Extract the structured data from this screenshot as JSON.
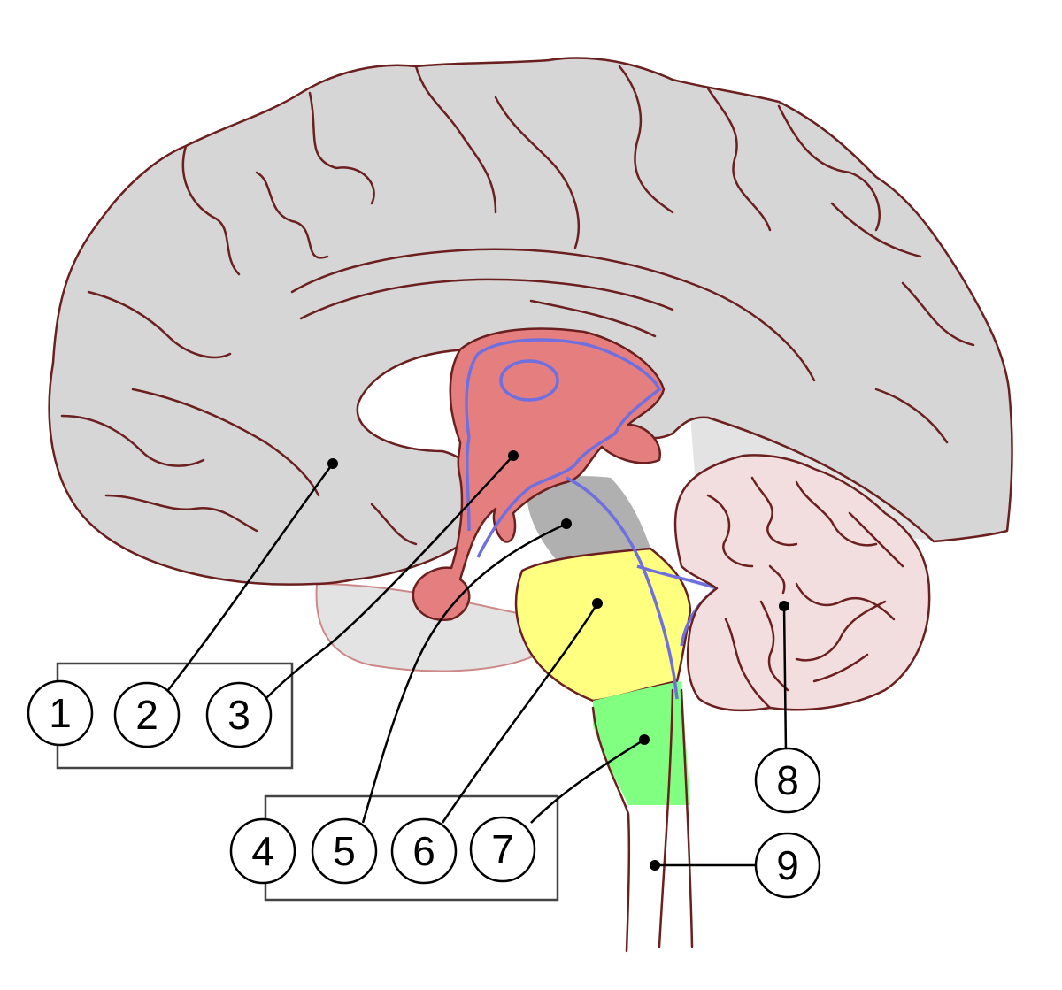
{
  "colors": {
    "outline": "#6b1f1f",
    "cerebrum": "#d6d6d6",
    "medial_fill": "#e3e3e3",
    "diencephalon": "#e57f7f",
    "ventricle_edge": "#6f6fdf",
    "midbrain": "#b0b0b0",
    "pons": "#ffff80",
    "medulla": "#80ff80",
    "cerebellum": "#f2dede",
    "spinal_cord": "#ffffff",
    "callout_line": "#000000",
    "group_box": "#444444"
  },
  "callouts": [
    {
      "id": "1",
      "label": "1"
    },
    {
      "id": "2",
      "label": "2"
    },
    {
      "id": "3",
      "label": "3"
    },
    {
      "id": "4",
      "label": "4"
    },
    {
      "id": "5",
      "label": "5"
    },
    {
      "id": "6",
      "label": "6"
    },
    {
      "id": "7",
      "label": "7"
    },
    {
      "id": "8",
      "label": "8"
    },
    {
      "id": "9",
      "label": "9"
    }
  ]
}
